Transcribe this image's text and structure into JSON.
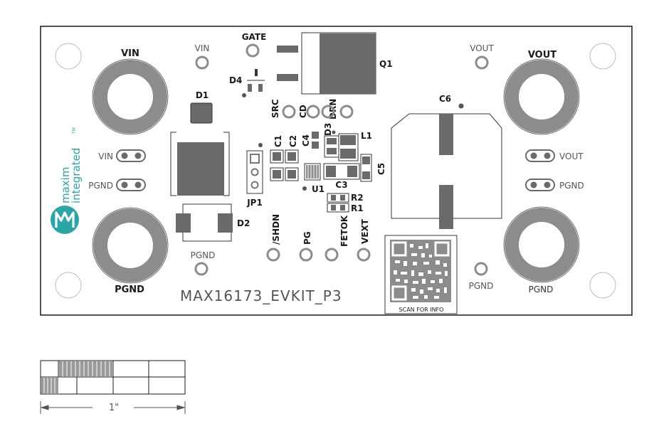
{
  "board": {
    "title": "MAX16173_EVKIT_P3",
    "brand_line1": "maxim",
    "brand_line2": "integrated",
    "brand_tm": "TM",
    "qr_caption": "SCAN FOR INFO",
    "scale_label": "1\""
  },
  "terminals": {
    "vin": "VIN",
    "vout": "VOUT",
    "pgnd_left": "PGND",
    "pgnd_right": "PGND"
  },
  "pins": {
    "vin_top": "VIN",
    "vout_top": "VOUT",
    "gate": "GATE",
    "src": "SRC",
    "cd": "CD",
    "drn": "DRN",
    "shdn": "/SHDN",
    "pg": "PG",
    "fetok": "FETOK",
    "vext": "VEXT",
    "pgnd_mid": "PGND",
    "pgnd_rmid": "PGND",
    "vin_2pin": "VIN",
    "pgnd_2pin_left": "PGND",
    "vout_2pin": "VOUT",
    "pgnd_2pin_right": "PGND"
  },
  "refdes": {
    "q1": "Q1",
    "d1": "D1",
    "d2": "D2",
    "d3": "D3",
    "d4": "D4",
    "c1": "C1",
    "c2": "C2",
    "c3": "C3",
    "c4": "C4",
    "c5": "C5",
    "c6": "C6",
    "l1": "L1",
    "u1": "U1",
    "r1": "R1",
    "r2": "R2",
    "jp1": "JP1"
  },
  "colors": {
    "outline": "#1a1a1a",
    "pad": "#8c8c8c",
    "pad_dark": "#6a6a6a",
    "silk": "#333333",
    "label": "#555555",
    "logo_teal": "#2aa6a6"
  }
}
